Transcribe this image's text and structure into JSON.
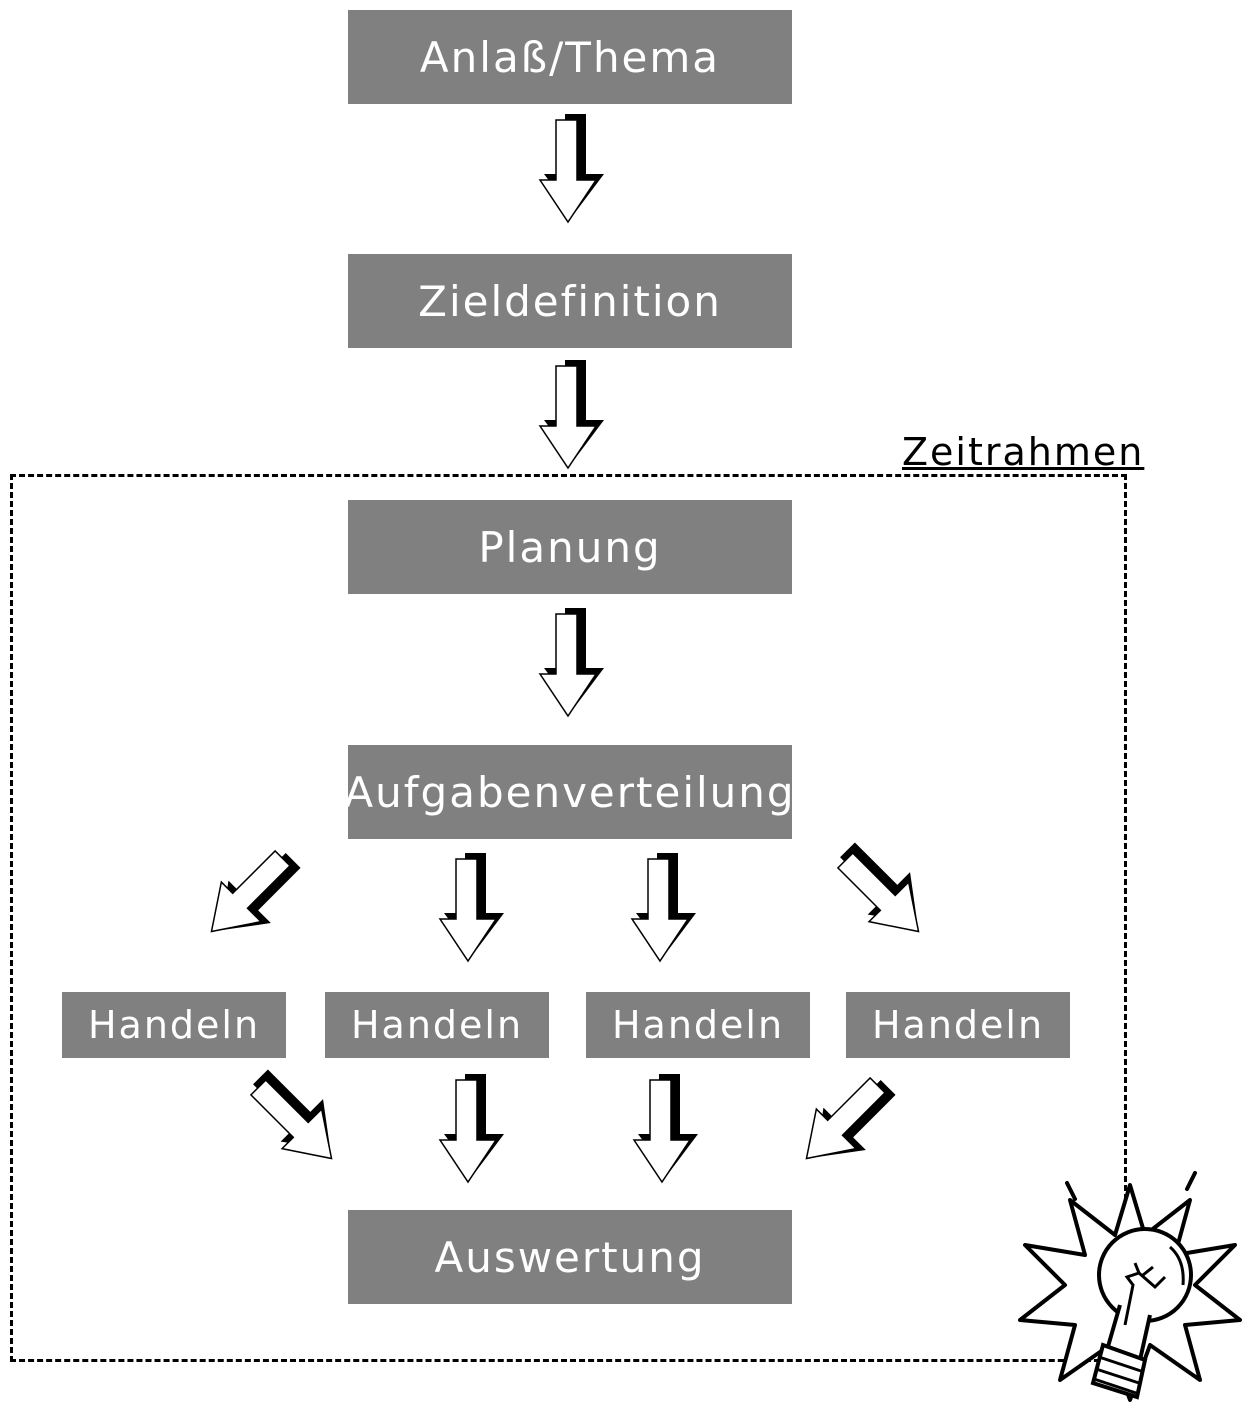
{
  "diagram": {
    "nodes": {
      "anlass": "Anlaß/Thema",
      "ziel": "Zieldefinition",
      "planung": "Planung",
      "aufgaben": "Aufgabenverteilung",
      "handeln": [
        "Handeln",
        "Handeln",
        "Handeln",
        "Handeln"
      ],
      "auswertung": "Auswertung"
    },
    "frame_label": "Zeitrahmen",
    "colors": {
      "box": "#808080",
      "box_text": "#ffffff",
      "arrow_shadow": "#000000"
    },
    "icons": [
      "arrow-down-icon",
      "arrow-diagonal-icon",
      "lightbulb-icon"
    ]
  }
}
